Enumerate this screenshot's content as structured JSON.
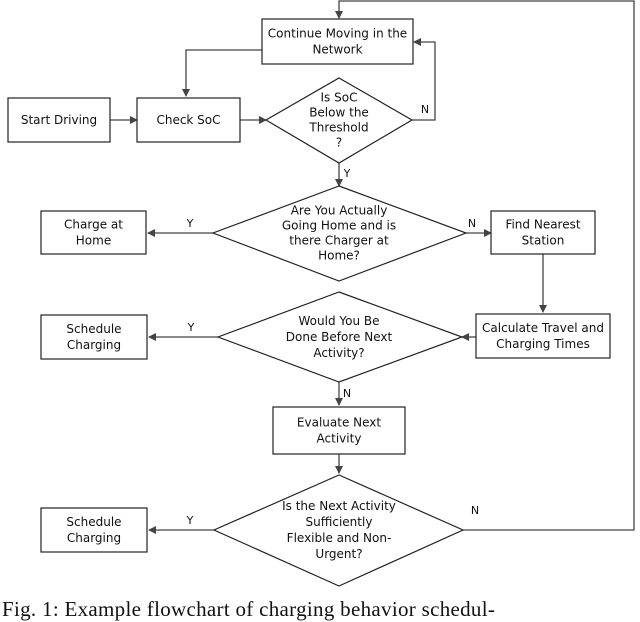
{
  "nodes": {
    "continue_moving": [
      "Continue Moving in the",
      "Network"
    ],
    "start_driving": [
      "Start Driving"
    ],
    "check_soc": [
      "Check SoC"
    ],
    "soc_below": [
      "Is SoC",
      "Below the",
      "Threshold",
      "?"
    ],
    "going_home": [
      "Are You Actually",
      "Going Home and is",
      "there Charger at",
      "Home?"
    ],
    "charge_home": [
      "Charge at",
      "Home"
    ],
    "find_station": [
      "Find Nearest",
      "Station"
    ],
    "done_before": [
      "Would You Be",
      "Done Before Next",
      "Activity?"
    ],
    "schedule_1": [
      "Schedule",
      "Charging"
    ],
    "calc_times": [
      "Calculate Travel and",
      "Charging Times"
    ],
    "evaluate_next": [
      "Evaluate Next",
      "Activity"
    ],
    "next_flexible": [
      "Is the Next Activity",
      "Sufficiently",
      "Flexible and Non-",
      "Urgent?"
    ],
    "schedule_2": [
      "Schedule",
      "Charging"
    ]
  },
  "edge_labels": {
    "soc_no": "N",
    "soc_yes": "Y",
    "home_yes": "Y",
    "home_no": "N",
    "done_yes": "Y",
    "done_no": "N",
    "flex_yes": "Y",
    "flex_no": "N"
  },
  "caption": "Fig. 1: Example flowchart of charging behavior schedul-"
}
